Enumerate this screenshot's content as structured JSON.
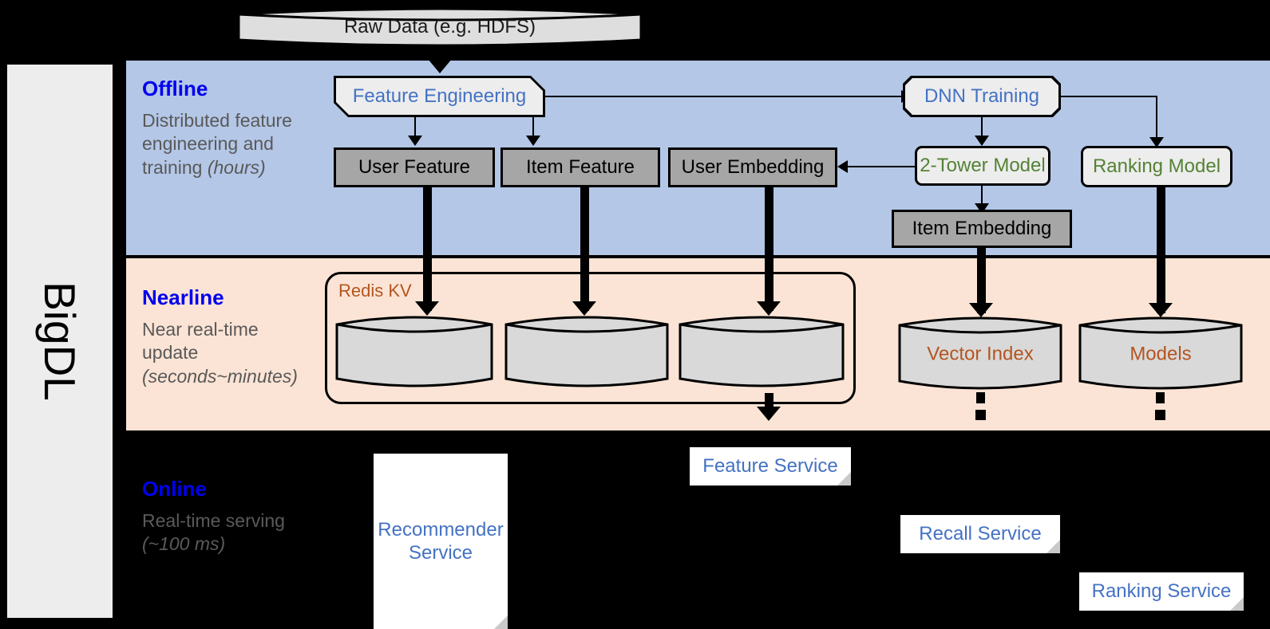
{
  "sidebar": {
    "label": "BigDL"
  },
  "bands": [
    {
      "id": "offline",
      "title": "Offline",
      "desc": "Distributed feature engineering and training ",
      "desc_em": "(hours)",
      "bg": "#b4c7e7"
    },
    {
      "id": "nearline",
      "title": "Nearline",
      "desc": "Near real-time update ",
      "desc_em": "(seconds~minutes)",
      "bg": "#fbe4d5"
    },
    {
      "id": "online",
      "title": "Online",
      "desc": "Real-time serving ",
      "desc_em": "(~100 ms)",
      "bg": "#000000"
    }
  ],
  "nodes": {
    "raw_data": "Raw Data (e.g. HDFS)",
    "feature_engineering": "Feature Engineering",
    "dnn_training": "DNN Training",
    "user_feature": "User Feature",
    "item_feature": "Item Feature",
    "user_embedding": "User Embedding",
    "two_tower_model": "2-Tower Model",
    "ranking_model": "Ranking Model",
    "item_embedding": "Item Embedding",
    "redis_kv": "Redis KV",
    "vector_index": "Vector Index",
    "models": "Models",
    "feature_service": "Feature Service",
    "recommender_service_l1": "Recommender",
    "recommender_service_l2": "Service",
    "recall_service": "Recall Service",
    "ranking_service": "Ranking Service"
  },
  "colors": {
    "offline_bg": "#b4c7e7",
    "nearline_bg": "#fbe4d5",
    "online_bg": "#000000",
    "band_title": "#0000ee",
    "band_desc": "#595959",
    "process_text": "#4472c4",
    "model_text": "#548235",
    "store_text": "#b4551f",
    "gray_node": "#a6a6a6",
    "light_node": "#ededed"
  }
}
